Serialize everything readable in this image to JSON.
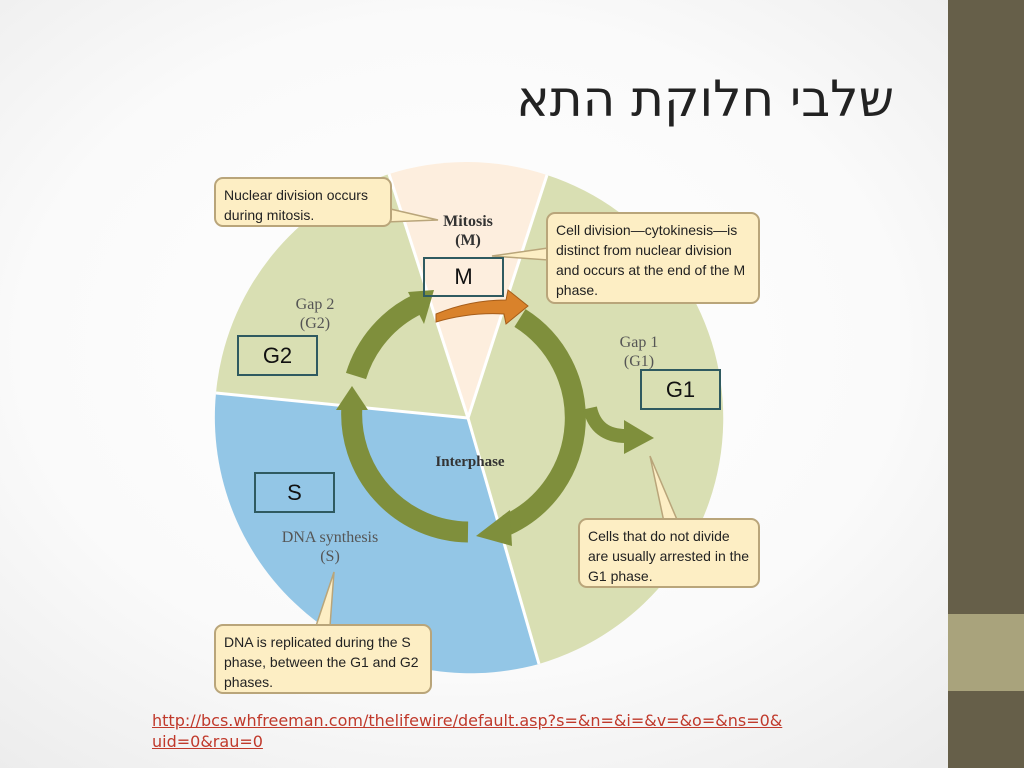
{
  "slide": {
    "title": "שלבי חלוקת התא",
    "source_link": "http://bcs.whfreeman.com/thelifewire/default.asp?s=&n=&i=&v=&o=&ns=0&uid=0&rau=0"
  },
  "diagram": {
    "phase_labels": {
      "mitosis": "Mitosis",
      "mitosis_abbr": "(M)",
      "gap2": "Gap 2",
      "gap2_abbr": "(G2)",
      "gap1": "Gap 1",
      "gap1_abbr": "(G1)",
      "dna_synthesis": "DNA synthesis",
      "dna_synthesis_abbr": "(S)",
      "interphase": "Interphase"
    },
    "callouts": {
      "nuclear_division": "Nuclear division occurs during mitosis.",
      "cytokinesis": "Cell division—cytokinesis—is distinct from nuclear division and occurs at the end of the M phase.",
      "arrested": "Cells that do not divide are usually arrested in the G1 phase.",
      "dna_replicated": "DNA is replicated during the S phase, between the G1 and G2 phases."
    },
    "boxes": {
      "m": "M",
      "g2": "G2",
      "g1": "G1",
      "s": "S"
    },
    "colors": {
      "mitosis": "#fdeede",
      "gap": "#d9dfb3",
      "synthesis": "#93c6e6",
      "arrow": "#7f8f3c",
      "mitosis_arrow": "#d9822b",
      "sidebar": "#665f49",
      "sidebar_accent": "#a9a37c"
    }
  }
}
